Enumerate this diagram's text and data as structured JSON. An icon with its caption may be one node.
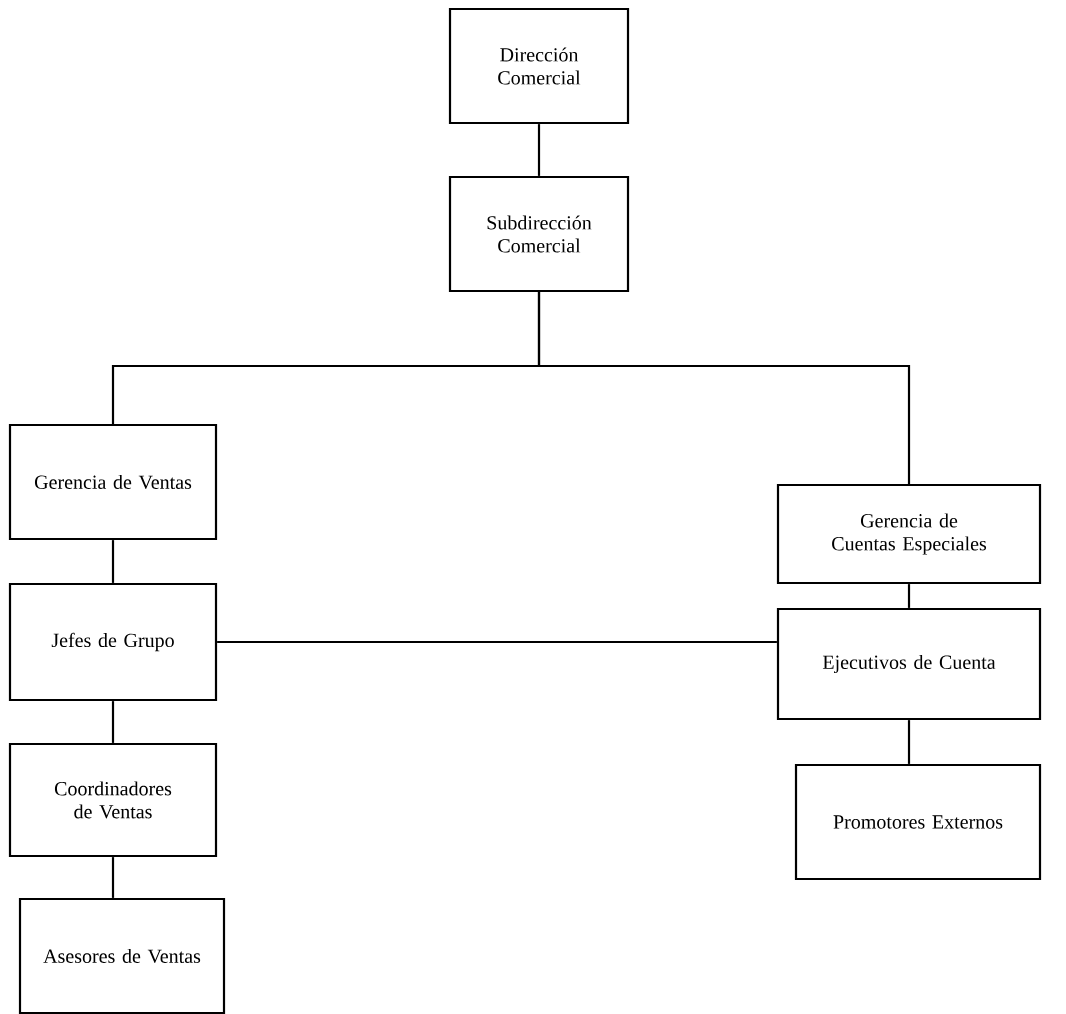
{
  "diagram": {
    "nodes": [
      {
        "text": [
          "Dirección Comercial"
        ]
      },
      {
        "text": [
          "Subdirección Comercial"
        ]
      },
      {
        "text": [
          "Gerencia de Ventas"
        ]
      },
      {
        "text": [
          "Gerencia de Cuentas Especiales"
        ]
      },
      {
        "text": [
          "Jefes de Grupo"
        ]
      },
      {
        "text": [
          "Ejecutivos de Cuenta"
        ]
      },
      {
        "text": [
          "Coordinadores de Ventas"
        ]
      },
      {
        "text": [
          "Promotores Externos"
        ]
      },
      {
        "text": [
          "Asesores de Ventas"
        ]
      }
    ],
    "edges": [
      {
        "from": 0,
        "to": 1,
        "arrow": "none"
      },
      {
        "from": 1,
        "to": 2,
        "arrow": "none"
      },
      {
        "from": 1,
        "to": 3,
        "arrow": "none"
      },
      {
        "from": 2,
        "to": 4,
        "arrow": "none"
      },
      {
        "from": 3,
        "to": 5,
        "arrow": "none"
      },
      {
        "from": 4,
        "to": 5,
        "arrow": "none"
      },
      {
        "from": 4,
        "to": 6,
        "arrow": "none"
      },
      {
        "from": 5,
        "to": 7,
        "arrow": "none"
      },
      {
        "from": 6,
        "to": 8,
        "arrow": "none"
      }
    ]
  }
}
